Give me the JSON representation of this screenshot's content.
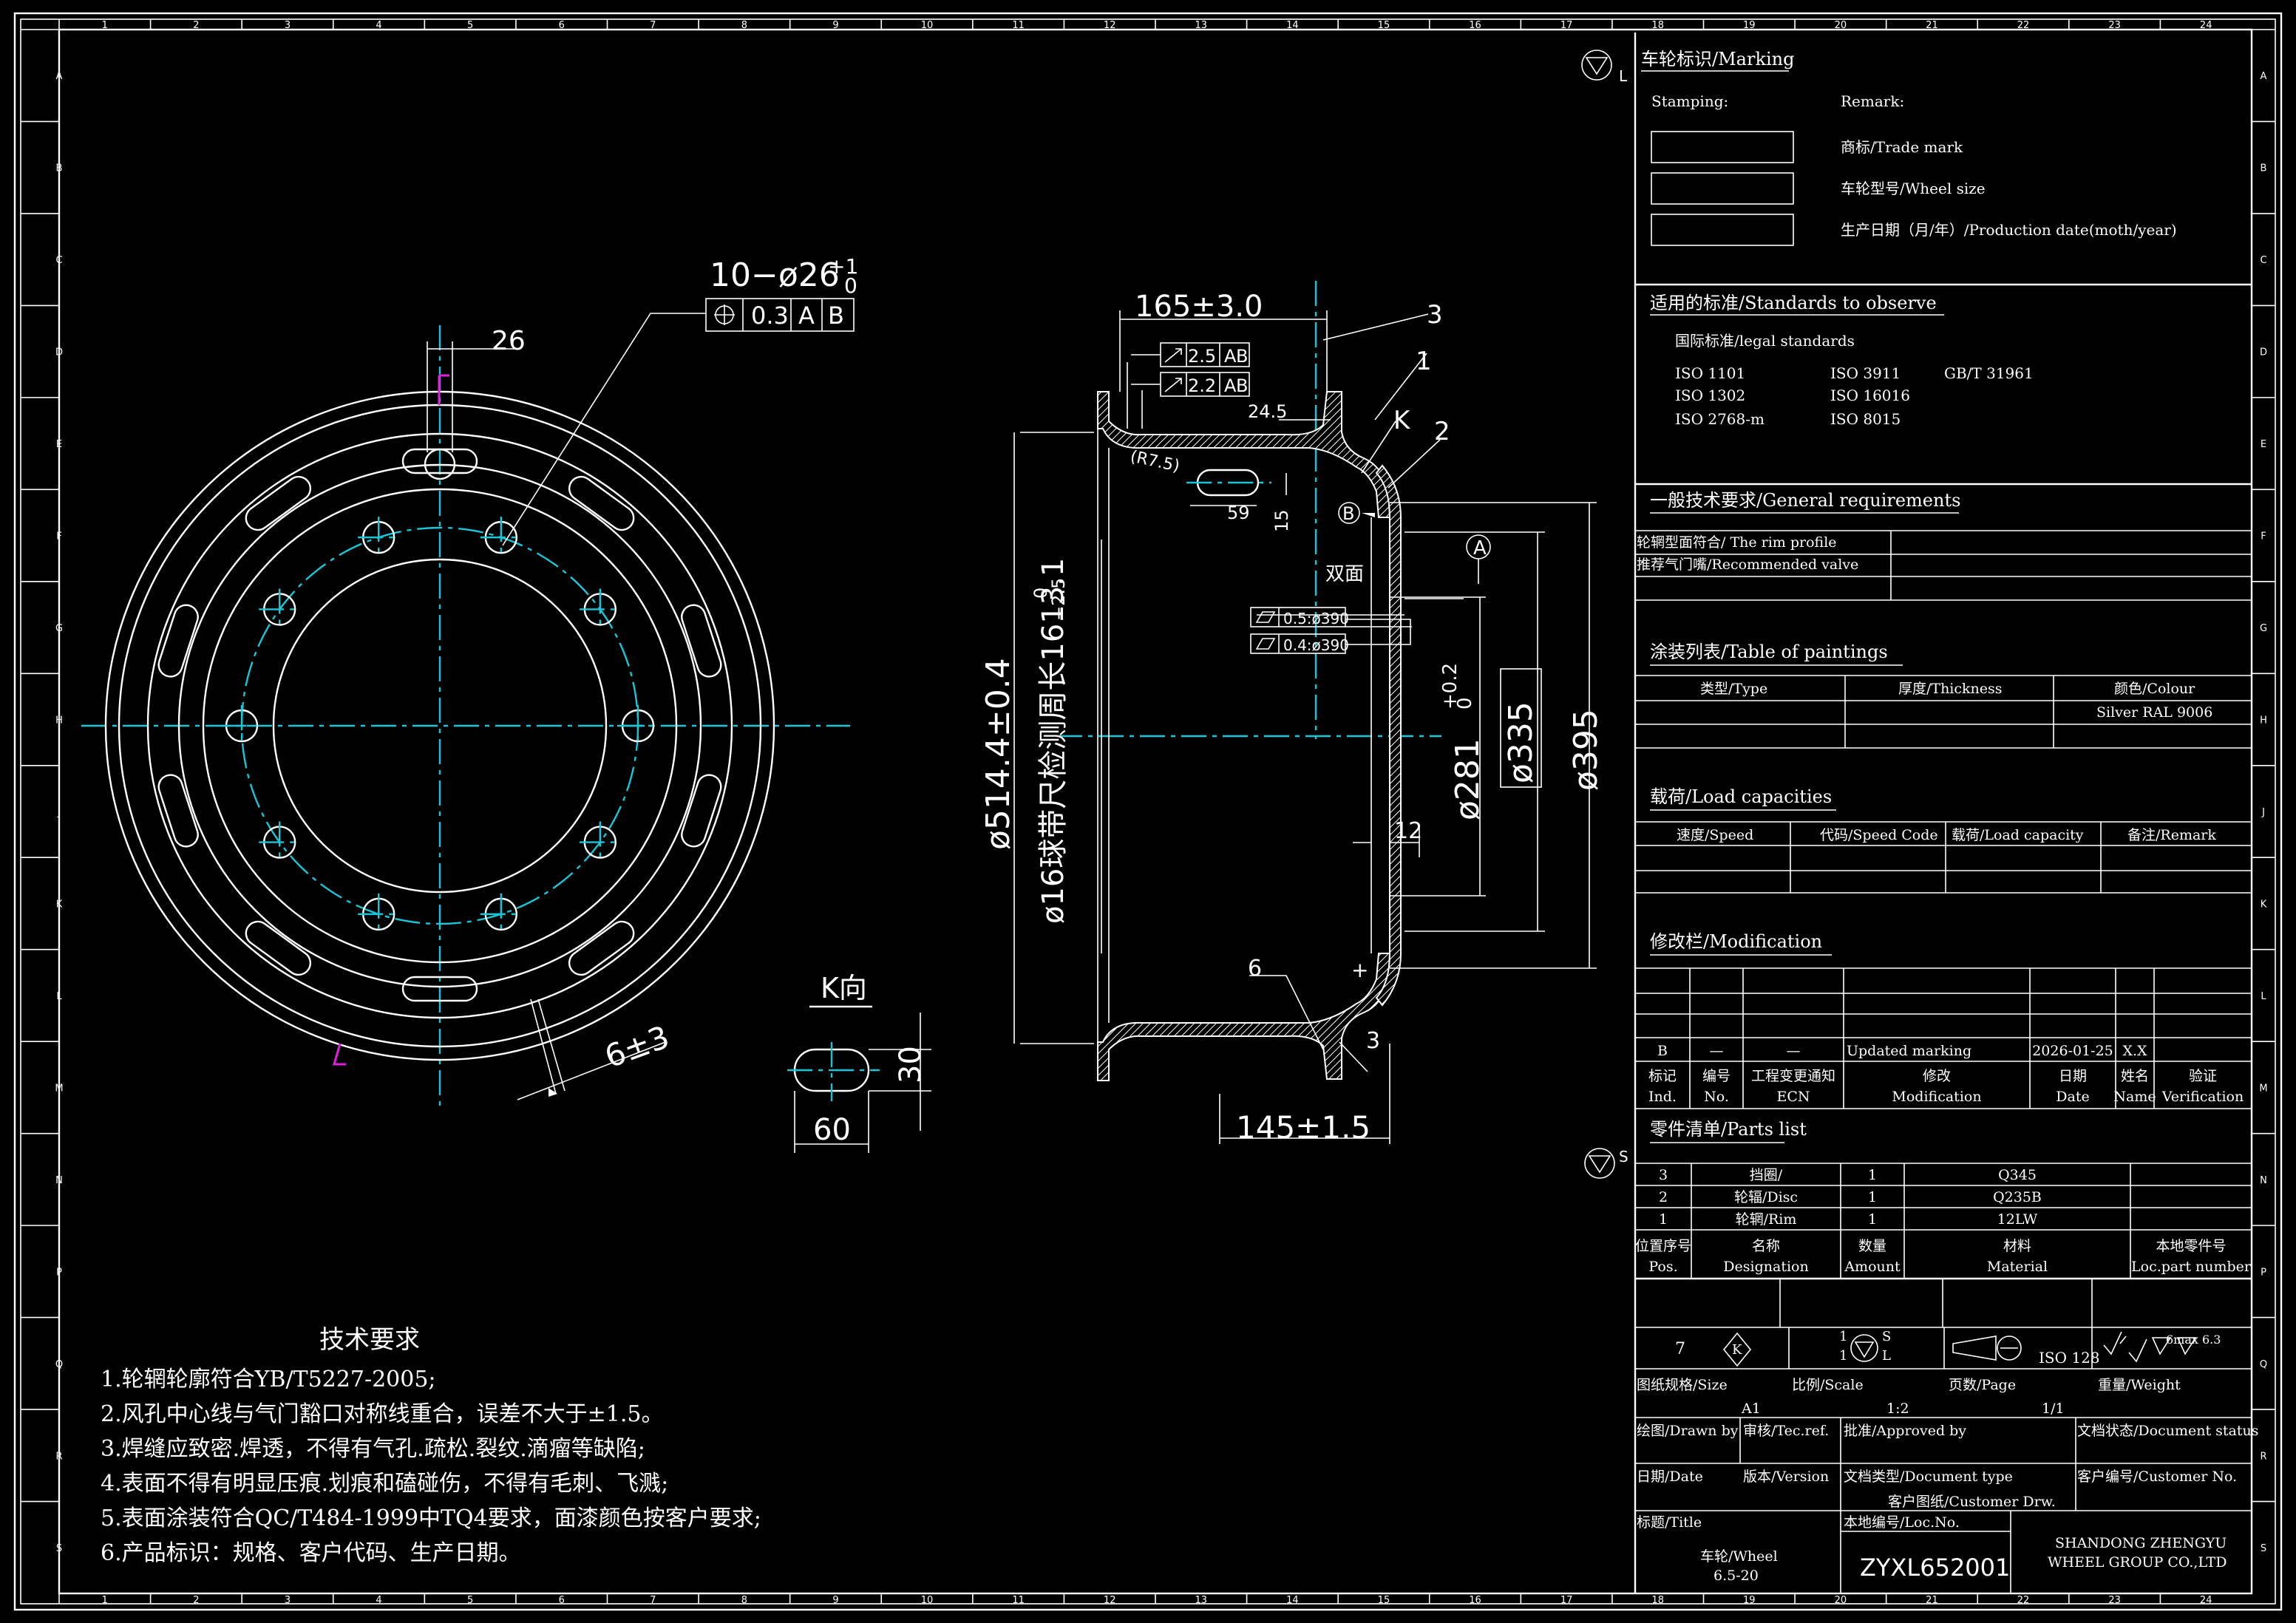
{
  "zones": {
    "columns": [
      "1",
      "2",
      "3",
      "4",
      "5",
      "6",
      "7",
      "8",
      "9",
      "10",
      "11",
      "12",
      "13",
      "14",
      "15",
      "16",
      "17",
      "18",
      "19",
      "20",
      "21",
      "22",
      "23",
      "24"
    ],
    "rows": [
      "A",
      "B",
      "C",
      "D",
      "E",
      "F",
      "G",
      "H",
      "J",
      "K",
      "L",
      "M",
      "N",
      "P",
      "Q",
      "R",
      "S"
    ]
  },
  "front_view": {
    "hole_callout": "10−ø26",
    "hole_tol_upper": "+1",
    "hole_tol_lower": "0",
    "position_tol": "0.3",
    "datum_a": "A",
    "datum_b": "B",
    "slot_width": "26",
    "valve_angle": "6±3"
  },
  "k_view": {
    "title": "K向",
    "width": "60",
    "height": "30"
  },
  "section": {
    "width": "165±3.0",
    "runout1_value": "2.5",
    "runout2_value": "2.2",
    "datum_a": "A",
    "datum_b": "B",
    "dim_24_5": "24.5",
    "radius": "(R7.5)",
    "slot_len": "59",
    "slot_h": "15",
    "label_3": "3",
    "label_1": "1",
    "label_2": "2",
    "label_k": "K",
    "b_datum": "B",
    "double_face": "双面",
    "flat1": "0.5:ø390",
    "flat2": "0.4:ø390",
    "d_514": "ø514.4±0.4",
    "circ_prefix": "ø16球带尺检测周长1613.1",
    "circ_tol_upper": "0",
    "circ_tol_lower": "−2.5",
    "d_281": "ø281",
    "d_281_up": "+0.2",
    "d_281_lo": "0",
    "d_335": "ø335",
    "d_395": "ø395",
    "dim_12": "12",
    "offset": "145±1.5",
    "weld1": "6",
    "weld2": "3",
    "datum_circle_a": "A",
    "plus": "+"
  },
  "tech_req": {
    "title": "技术要求",
    "items": [
      "1.轮辋轮廓符合YB/T5227-2005;",
      "2.风孔中心线与气门豁口对称线重合，误差不大于±1.5。",
      "3.焊缝应致密.焊透，不得有气孔.疏松.裂纹.滴瘤等缺陷;",
      "4.表面不得有明显压痕.划痕和磕碰伤，不得有毛刺、飞溅;",
      "5.表面涂装符合QC/T484-1999中TQ4要求，面漆颜色按客户要求;",
      "6.产品标识：规格、客户代码、生产日期。"
    ]
  },
  "symbols": {
    "l_label": "L",
    "s_label": "S"
  },
  "marking": {
    "title": "车轮标识/Marking",
    "stamping": "Stamping:",
    "remark": "Remark:",
    "rows": [
      "商标/Trade mark",
      "车轮型号/Wheel size",
      "生产日期（月/年）/Production date(moth/year)"
    ]
  },
  "standards": {
    "title": "适用的标准/Standards to observe",
    "intl": "国际标准/legal standards",
    "col1": [
      "ISO 1101",
      "ISO 1302",
      "ISO 2768-m"
    ],
    "col2": [
      "ISO 3911",
      "ISO 16016",
      "ISO 8015"
    ],
    "col3": [
      "GB/T 31961"
    ]
  },
  "general": {
    "title": "一般技术要求/General requirements",
    "rows": [
      "轮辋型面符合/ The rim profile",
      "推荐气门嘴/Recommended valve"
    ]
  },
  "paintings": {
    "title": "涂装列表/Table of paintings",
    "headers": [
      "类型/Type",
      "厚度/Thickness",
      "颜色/Colour"
    ],
    "colour": "Silver RAL 9006"
  },
  "loads": {
    "title": "载荷/Load capacities",
    "headers": [
      "速度/Speed",
      "代码/Speed Code",
      "载荷/Load capacity",
      "备注/Remark"
    ]
  },
  "modification": {
    "title": "修改栏/Modification",
    "row": [
      "B",
      "—",
      "—",
      "Updated marking",
      "2026-01-25",
      "X.X",
      ""
    ],
    "headers_cn": [
      "标记",
      "编号",
      "工程变更通知",
      "修改",
      "日期",
      "姓名",
      "验证"
    ],
    "headers_en": [
      "Ind.",
      "No.",
      "ECN",
      "Modification",
      "Date",
      "Name",
      "Verification"
    ]
  },
  "parts": {
    "title": "零件清单/Parts list",
    "rows": [
      [
        "3",
        "挡圈/",
        "1",
        "Q345",
        ""
      ],
      [
        "2",
        "轮辐/Disc",
        "1",
        "Q235B",
        ""
      ],
      [
        "1",
        "轮辋/Rim",
        "1",
        "12LW",
        ""
      ]
    ],
    "headers_cn": [
      "位置序号",
      "名称",
      "数量",
      "材料",
      "本地零件号"
    ],
    "headers_en": [
      "Pos.",
      "Designation",
      "Amount",
      "Material",
      "Loc.part number"
    ]
  },
  "title_block": {
    "std_7": "7",
    "k_mark": "K",
    "one_s": "1",
    "one_l": "1",
    "s": "S",
    "l": "L",
    "iso128": "ISO 128",
    "roughness": "6max 6.3",
    "size_label": "图纸规格/Size",
    "size": "A1",
    "scale_label": "比例/Scale",
    "scale": "1:2",
    "page_label": "页数/Page",
    "page": "1/1",
    "weight_label": "重量/Weight",
    "drawn_by": "绘图/Drawn by",
    "tec_ref": "审核/Tec.ref.",
    "approved": "批准/Approved by",
    "doc_status": "文档状态/Document status",
    "date": "日期/Date",
    "version": "版本/Version",
    "doc_type": "文档类型/Document type",
    "doc_type_val": "客户图纸/Customer Drw.",
    "customer_no": "客户编号/Customer No.",
    "title_label": "标题/Title",
    "title_l1": "车轮/Wheel",
    "title_l2": "6.5-20",
    "loc_label": "本地编号/Loc.No.",
    "loc_no": "ZYXL652001",
    "company_l1": "SHANDONG ZHENGYU",
    "company_l2": "WHEEL GROUP CO.,LTD"
  }
}
